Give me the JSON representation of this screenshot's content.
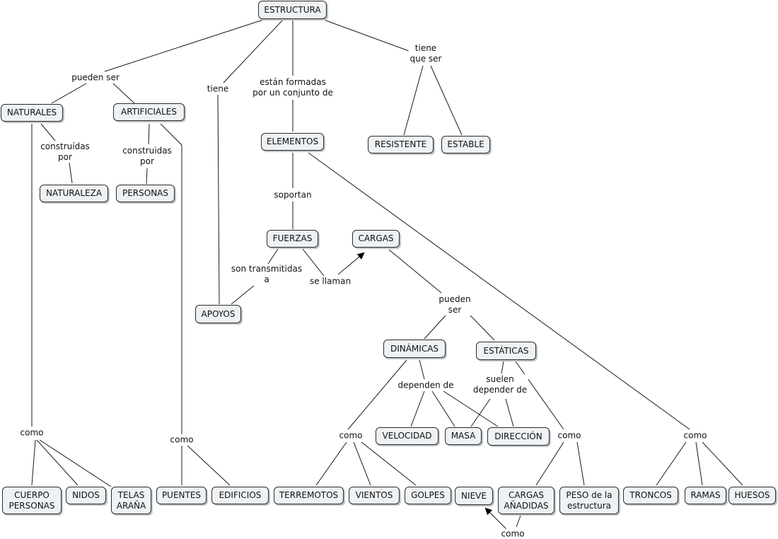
{
  "nodes": {
    "estructura": "ESTRUCTURA",
    "naturales": "NATURALES",
    "artificiales": "ARTIFICIALES",
    "elementos": "ELEMENTOS",
    "resistente": "RESISTENTE",
    "estable": "ESTABLE",
    "naturaleza": "NATURALEZA",
    "personas": "PERSONAS",
    "fuerzas": "FUERZAS",
    "cargas": "CARGAS",
    "apoyos": "APOYOS",
    "dinamicas": "DINÁMICAS",
    "estaticas": "ESTÁTICAS",
    "velocidad": "VELOCIDAD",
    "masa": "MASA",
    "direccion": "DIRECCIÓN",
    "cuerpo_personas": "CUERPO\nPERSONAS",
    "nidos": "NIDOS",
    "telas_arana": "TELAS\nARAÑA",
    "puentes": "PUENTES",
    "edificios": "EDIFICIOS",
    "terremotos": "TERREMOTOS",
    "vientos": "VIENTOS",
    "golpes": "GOLPES",
    "nieve": "NIEVE",
    "cargas_anadidas": "CARGAS\nAÑADIDAS",
    "peso_estructura": "PESO de la\nestructura",
    "troncos": "TRONCOS",
    "ramas": "RAMAS",
    "huesos": "HUESOS"
  },
  "links": {
    "pueden_ser_1": "pueden ser",
    "tiene": "tiene",
    "estan_formadas": "están formadas\npor un conjunto de",
    "tiene_que_ser": "tiene\nque ser",
    "construidas_por_1": "construídas\npor",
    "construidas_por_2": "construidas\npor",
    "soportan": "soportan",
    "son_transmitidas": "son transmitidas\na",
    "se_llaman": "se llaman",
    "pueden_ser_2": "pueden\nser",
    "dependen_de": "dependen de",
    "suelen_depender": "suelen\ndepender de",
    "como_1": "como",
    "como_2": "como",
    "como_3": "como",
    "como_4": "como",
    "como_5": "como",
    "como_6": "como"
  }
}
